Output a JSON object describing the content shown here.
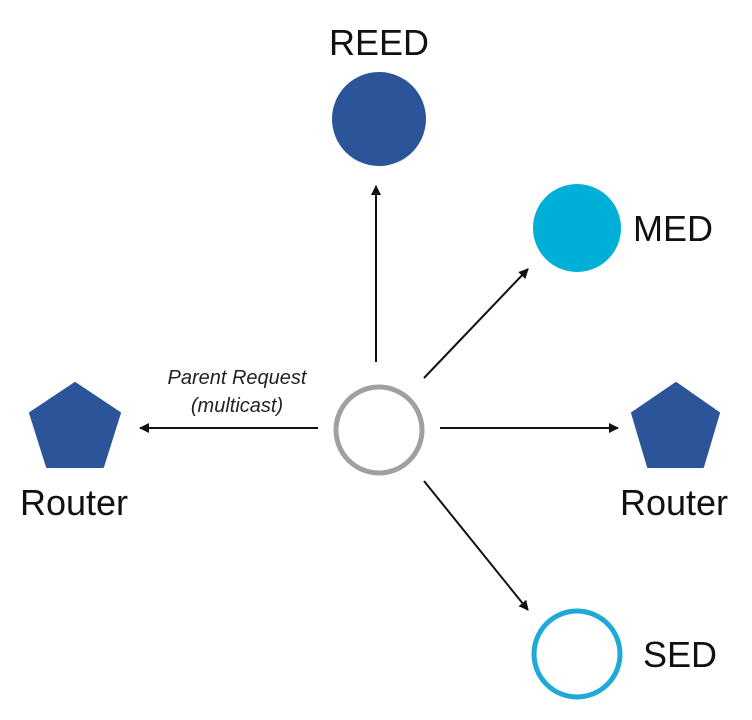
{
  "colors": {
    "reed": "#2c5599",
    "med": "#00afd8",
    "sed": "#1fa9d6",
    "router": "#2c5599",
    "center": "#a0a0a0",
    "arrow": "#111111"
  },
  "nodes": {
    "reed": {
      "label": "REED"
    },
    "med": {
      "label": "MED"
    },
    "sed": {
      "label": "SED"
    },
    "router_left": {
      "label": "Router"
    },
    "router_right": {
      "label": "Router"
    }
  },
  "edge_label": {
    "line1": "Parent Request",
    "line2": "(multicast)"
  }
}
